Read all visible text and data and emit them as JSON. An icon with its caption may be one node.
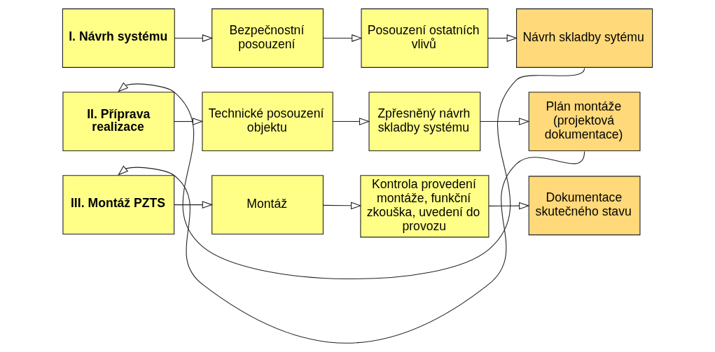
{
  "diagram": {
    "nodes": [
      {
        "text": [
          "I. Návrh systému"
        ]
      },
      {
        "text": [
          "Bezpečnostní posouzení"
        ]
      },
      {
        "text": [
          "Posouzení ostatních vlivů"
        ]
      },
      {
        "text": [
          "Návrh skladby sytému"
        ]
      },
      {
        "text": [
          "II. Příprava realizace"
        ]
      },
      {
        "text": [
          "Technické posouzení objektu"
        ]
      },
      {
        "text": [
          "Zpřesněný návrh skladby systému"
        ]
      },
      {
        "text": [
          "Plán montáže (projektová dokumentace)"
        ]
      },
      {
        "text": [
          "III. Montáž PZTS"
        ]
      },
      {
        "text": [
          "Montáž"
        ]
      },
      {
        "text": [
          "Kontrola provedení montáže, funkční zkouška, uvedení do provozu"
        ]
      },
      {
        "text": [
          "Dokumentace skutečného stavu"
        ]
      }
    ],
    "edges": [
      {
        "from": 0,
        "to": 1,
        "arrow": "to"
      },
      {
        "from": 1,
        "to": 2,
        "arrow": "to"
      },
      {
        "from": 2,
        "to": 3,
        "arrow": "to"
      },
      {
        "from": 3,
        "to": 4,
        "arrow": "to"
      },
      {
        "from": 4,
        "to": 5,
        "arrow": "to"
      },
      {
        "from": 5,
        "to": 6,
        "arrow": "to"
      },
      {
        "from": 6,
        "to": 7,
        "arrow": "to"
      },
      {
        "from": 7,
        "to": 8,
        "arrow": "to"
      },
      {
        "from": 8,
        "to": 9,
        "arrow": "to"
      },
      {
        "from": 9,
        "to": 10,
        "arrow": "to"
      },
      {
        "from": 10,
        "to": 11,
        "arrow": "to"
      }
    ]
  }
}
